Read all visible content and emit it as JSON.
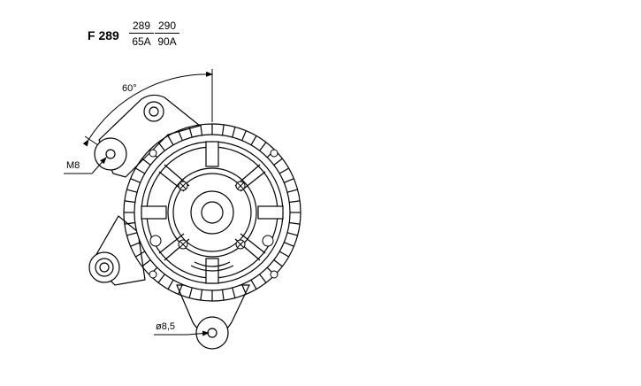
{
  "header": {
    "model_code": "F 289",
    "variants": [
      {
        "number": "289",
        "current": "65A"
      },
      {
        "number": "290",
        "current": "90A"
      }
    ]
  },
  "drawing": {
    "angle_label": "60°",
    "thread_label": "M8",
    "hole_diameter_label": "ø8,5"
  }
}
